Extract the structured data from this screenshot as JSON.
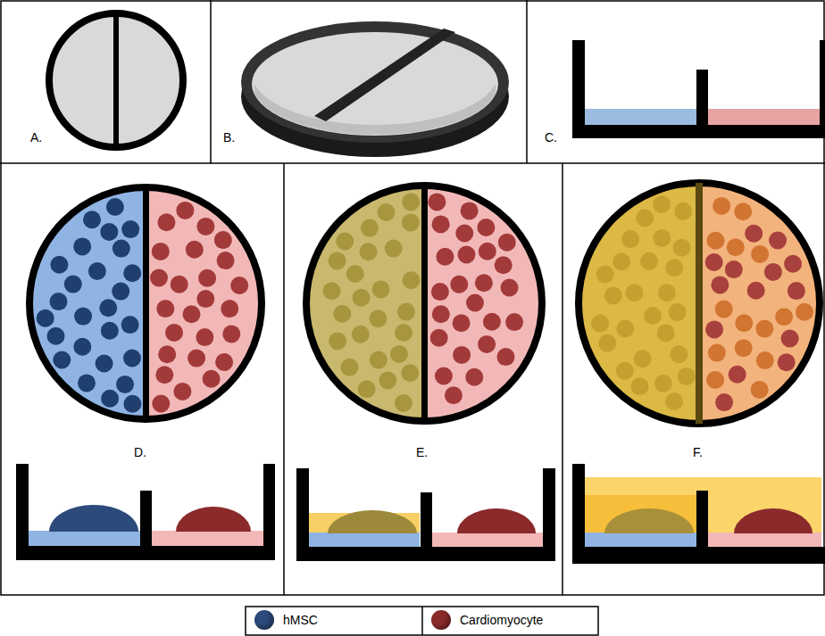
{
  "diagram": {
    "labels": [
      "A.",
      "B.",
      "C.",
      "D.",
      "E.",
      "F."
    ],
    "legend": [
      {
        "text": "hMSC",
        "color": "#2c4a7a"
      },
      {
        "text": "Cardiomyocyte",
        "color": "#8b2a2a"
      }
    ]
  }
}
